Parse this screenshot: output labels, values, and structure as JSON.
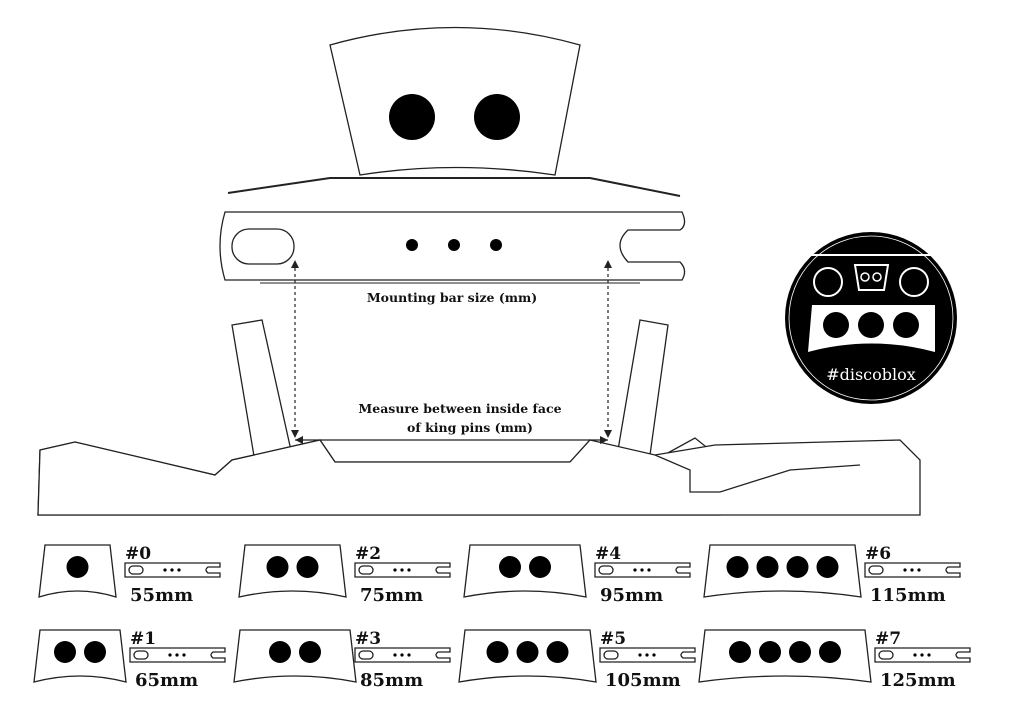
{
  "labels": {
    "mounting_bar": "Mounting bar size (mm)",
    "measure_line1": "Measure between inside face",
    "measure_line2": "of king pins (mm)"
  },
  "logo": {
    "text": "#discoblox"
  },
  "sizes": [
    {
      "id": "#0",
      "size": "55mm",
      "holes": 1
    },
    {
      "id": "#1",
      "size": "65mm",
      "holes": 2
    },
    {
      "id": "#2",
      "size": "75mm",
      "holes": 2
    },
    {
      "id": "#3",
      "size": "85mm",
      "holes": 2
    },
    {
      "id": "#4",
      "size": "95mm",
      "holes": 2
    },
    {
      "id": "#5",
      "size": "105mm",
      "holes": 3
    },
    {
      "id": "#6",
      "size": "115mm",
      "holes": 4
    },
    {
      "id": "#7",
      "size": "125mm",
      "holes": 4
    }
  ]
}
